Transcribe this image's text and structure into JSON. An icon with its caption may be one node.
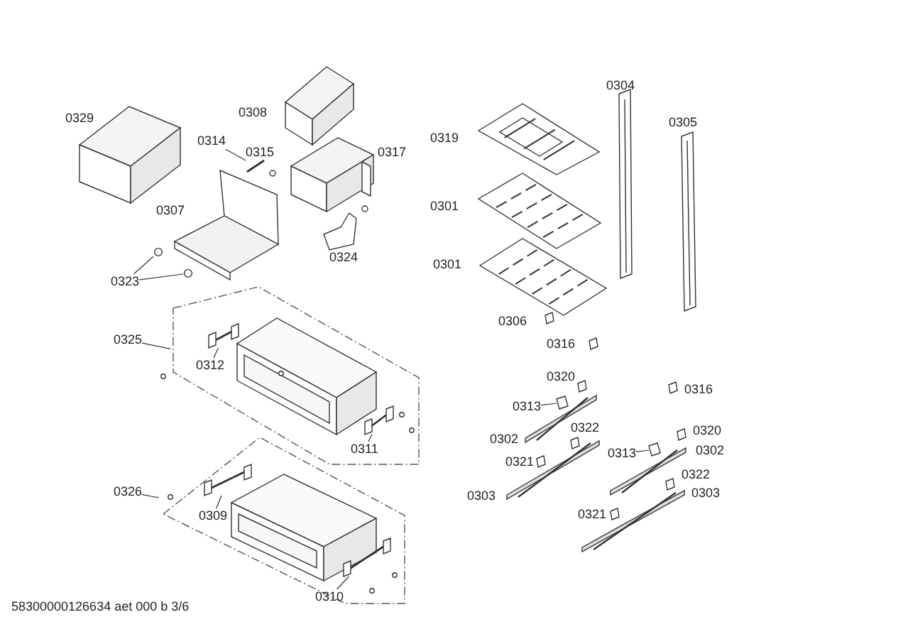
{
  "diagram": {
    "caption": "58300000126634 aet 000 b 3/6",
    "nodes": [
      {
        "text": [
          "0314"
        ]
      },
      {
        "text": [],
        "shape": "picture"
      },
      {
        "text": [
          "0323"
        ]
      },
      {
        "text": [],
        "shape": "circle"
      },
      {
        "text": [],
        "shape": "circle"
      },
      {
        "text": [],
        "shape": "box"
      },
      {
        "text": [
          "0325"
        ]
      },
      {
        "text": [
          "0312"
        ],
        "in": 5
      },
      {
        "text": [],
        "shape": "picture",
        "in": 5
      },
      {
        "text": [
          "0311"
        ],
        "in": 5
      },
      {
        "text": [],
        "shape": "picture",
        "in": 5
      },
      {
        "text": [],
        "shape": "box"
      },
      {
        "text": [
          "0326"
        ]
      },
      {
        "text": [
          "0309"
        ],
        "in": 11
      },
      {
        "text": [],
        "shape": "picture",
        "in": 11
      },
      {
        "text": [
          "0310"
        ],
        "in": 11
      },
      {
        "text": [],
        "shape": "picture",
        "in": 11
      },
      {
        "text": [
          "0313"
        ]
      },
      {
        "text": [],
        "shape": "picture"
      },
      {
        "text": [
          "0313"
        ]
      },
      {
        "text": [],
        "shape": "picture"
      }
    ],
    "edges": [
      {
        "from": 0,
        "to": 1,
        "arrow": "none"
      },
      {
        "from": 2,
        "to": 3,
        "arrow": "none"
      },
      {
        "from": 2,
        "to": 4,
        "arrow": "none"
      },
      {
        "from": 6,
        "to": 5,
        "arrow": "none"
      },
      {
        "from": 7,
        "to": 8,
        "arrow": "none"
      },
      {
        "from": 9,
        "to": 10,
        "arrow": "none"
      },
      {
        "from": 12,
        "to": 11,
        "arrow": "none"
      },
      {
        "from": 13,
        "to": 14,
        "arrow": "none"
      },
      {
        "from": 15,
        "to": 16,
        "arrow": "none"
      },
      {
        "from": 17,
        "to": 18,
        "arrow": "none"
      },
      {
        "from": 19,
        "to": 20,
        "arrow": "none"
      }
    ],
    "labels": [
      "0304",
      "0308",
      "0329",
      "0305",
      "0319",
      "0315",
      "0317",
      "0301",
      "0307",
      "0324",
      "0301",
      "0306",
      "0316",
      "0320",
      "0316",
      "0322",
      "0320",
      "0302",
      "0302",
      "0321",
      "0322",
      "0303",
      "0303",
      "0321"
    ]
  }
}
